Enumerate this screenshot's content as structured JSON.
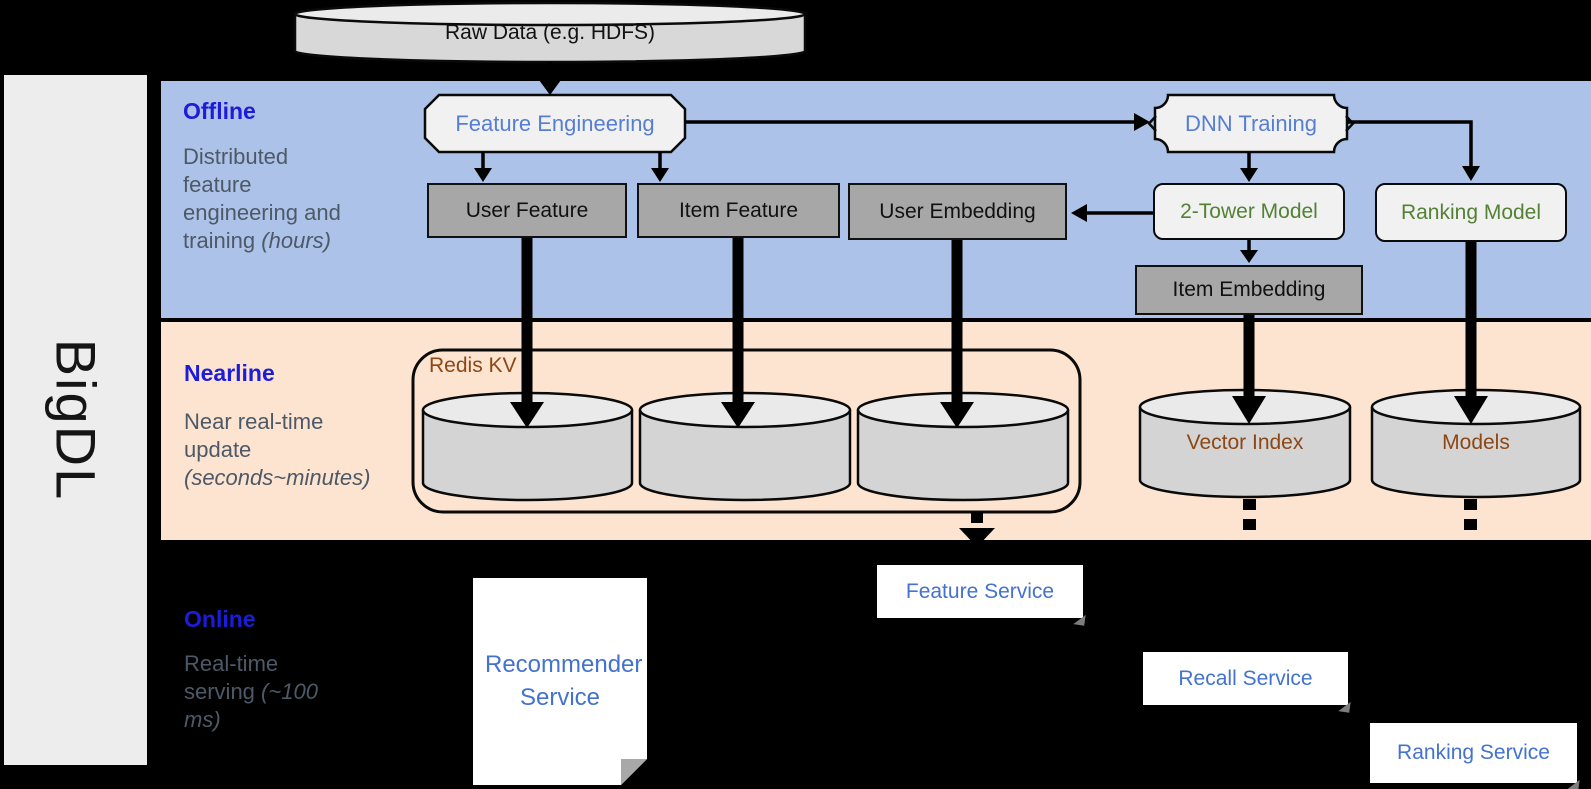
{
  "sidebar": {
    "brand": "BigDL"
  },
  "raw_data": {
    "label": "Raw Data (e.g. HDFS)"
  },
  "offline": {
    "title": "Offline",
    "desc": "Distributed feature engineering and training",
    "desc_italic": "(hours)",
    "nodes": {
      "feature_engineering": "Feature Engineering",
      "dnn_training": "DNN Training",
      "user_feature": "User Feature",
      "item_feature": "Item Feature",
      "user_embedding": "User Embedding",
      "two_tower_model": "2-Tower Model",
      "ranking_model": "Ranking Model",
      "item_embedding": "Item Embedding"
    }
  },
  "nearline": {
    "title": "Nearline",
    "desc": "Near real-time update",
    "desc_italic": "(seconds~minutes)",
    "redis_kv_label": "Redis KV",
    "vector_index": "Vector Index",
    "models": "Models"
  },
  "online": {
    "title": "Online",
    "desc": "Real-time serving",
    "desc_italic": "(~100 ms)",
    "recommender_service": "Recommender Service",
    "feature_service": "Feature Service",
    "recall_service": "Recall Service",
    "ranking_service": "Ranking Service"
  },
  "colors": {
    "offline_band": "#adc2e8",
    "nearline_band": "#fce4d1",
    "title_blue": "#1c1cd9",
    "desc_gray": "#4e5967",
    "node_blue": "#567ed2",
    "node_green": "#538135",
    "storage_brown": "#8d4715",
    "service_blue": "#4372cf",
    "gray_box": "#a7a7a7",
    "light_box": "#f1f1f1",
    "page_bg": "#000000",
    "sidebar_bg": "#ededed"
  }
}
